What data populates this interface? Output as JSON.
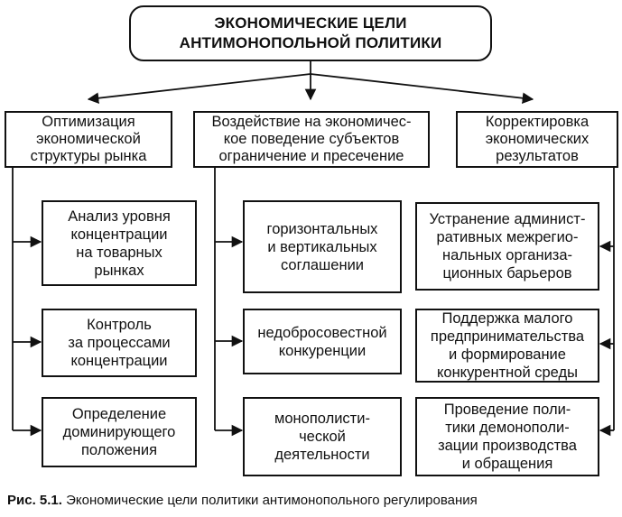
{
  "title": "ЭКОНОМИЧЕСКИЕ ЦЕЛИ\nАНТИМОНОПОЛЬНОЙ ПОЛИТИКИ",
  "categories": [
    {
      "label": "Оптимизация\nэкономической\nструктуры рынка",
      "items": [
        "Анализ уровня\nконцентрации\nна товарных\nрынках",
        "Контроль\nза процессами\nконцентрации",
        "Определение\nдоминирующего\nположения"
      ]
    },
    {
      "label": "Воздействие на экономичес-\nкое поведение субъектов\nограничение и пресечение",
      "items": [
        "горизонтальных\nи вертикальных\nсоглашении",
        "недобросовестной\nконкуренции",
        "монополисти-\nческой\nдеятельности"
      ]
    },
    {
      "label": "Корректировка\nэкономических\nрезультатов",
      "items": [
        "Устранение админист-\nративных межрегио-\nнальных организа-\nционных барьеров",
        "Поддержка малого\nпредпринимательства\nи формирование\nконкурентной среды",
        "Проведение поли-\nтики демонополи-\nзации производства\nи обращения"
      ]
    }
  ],
  "caption": {
    "label": "Рис. 5.1.",
    "text": "Экономические цели политики антимонопольного регулирования"
  }
}
